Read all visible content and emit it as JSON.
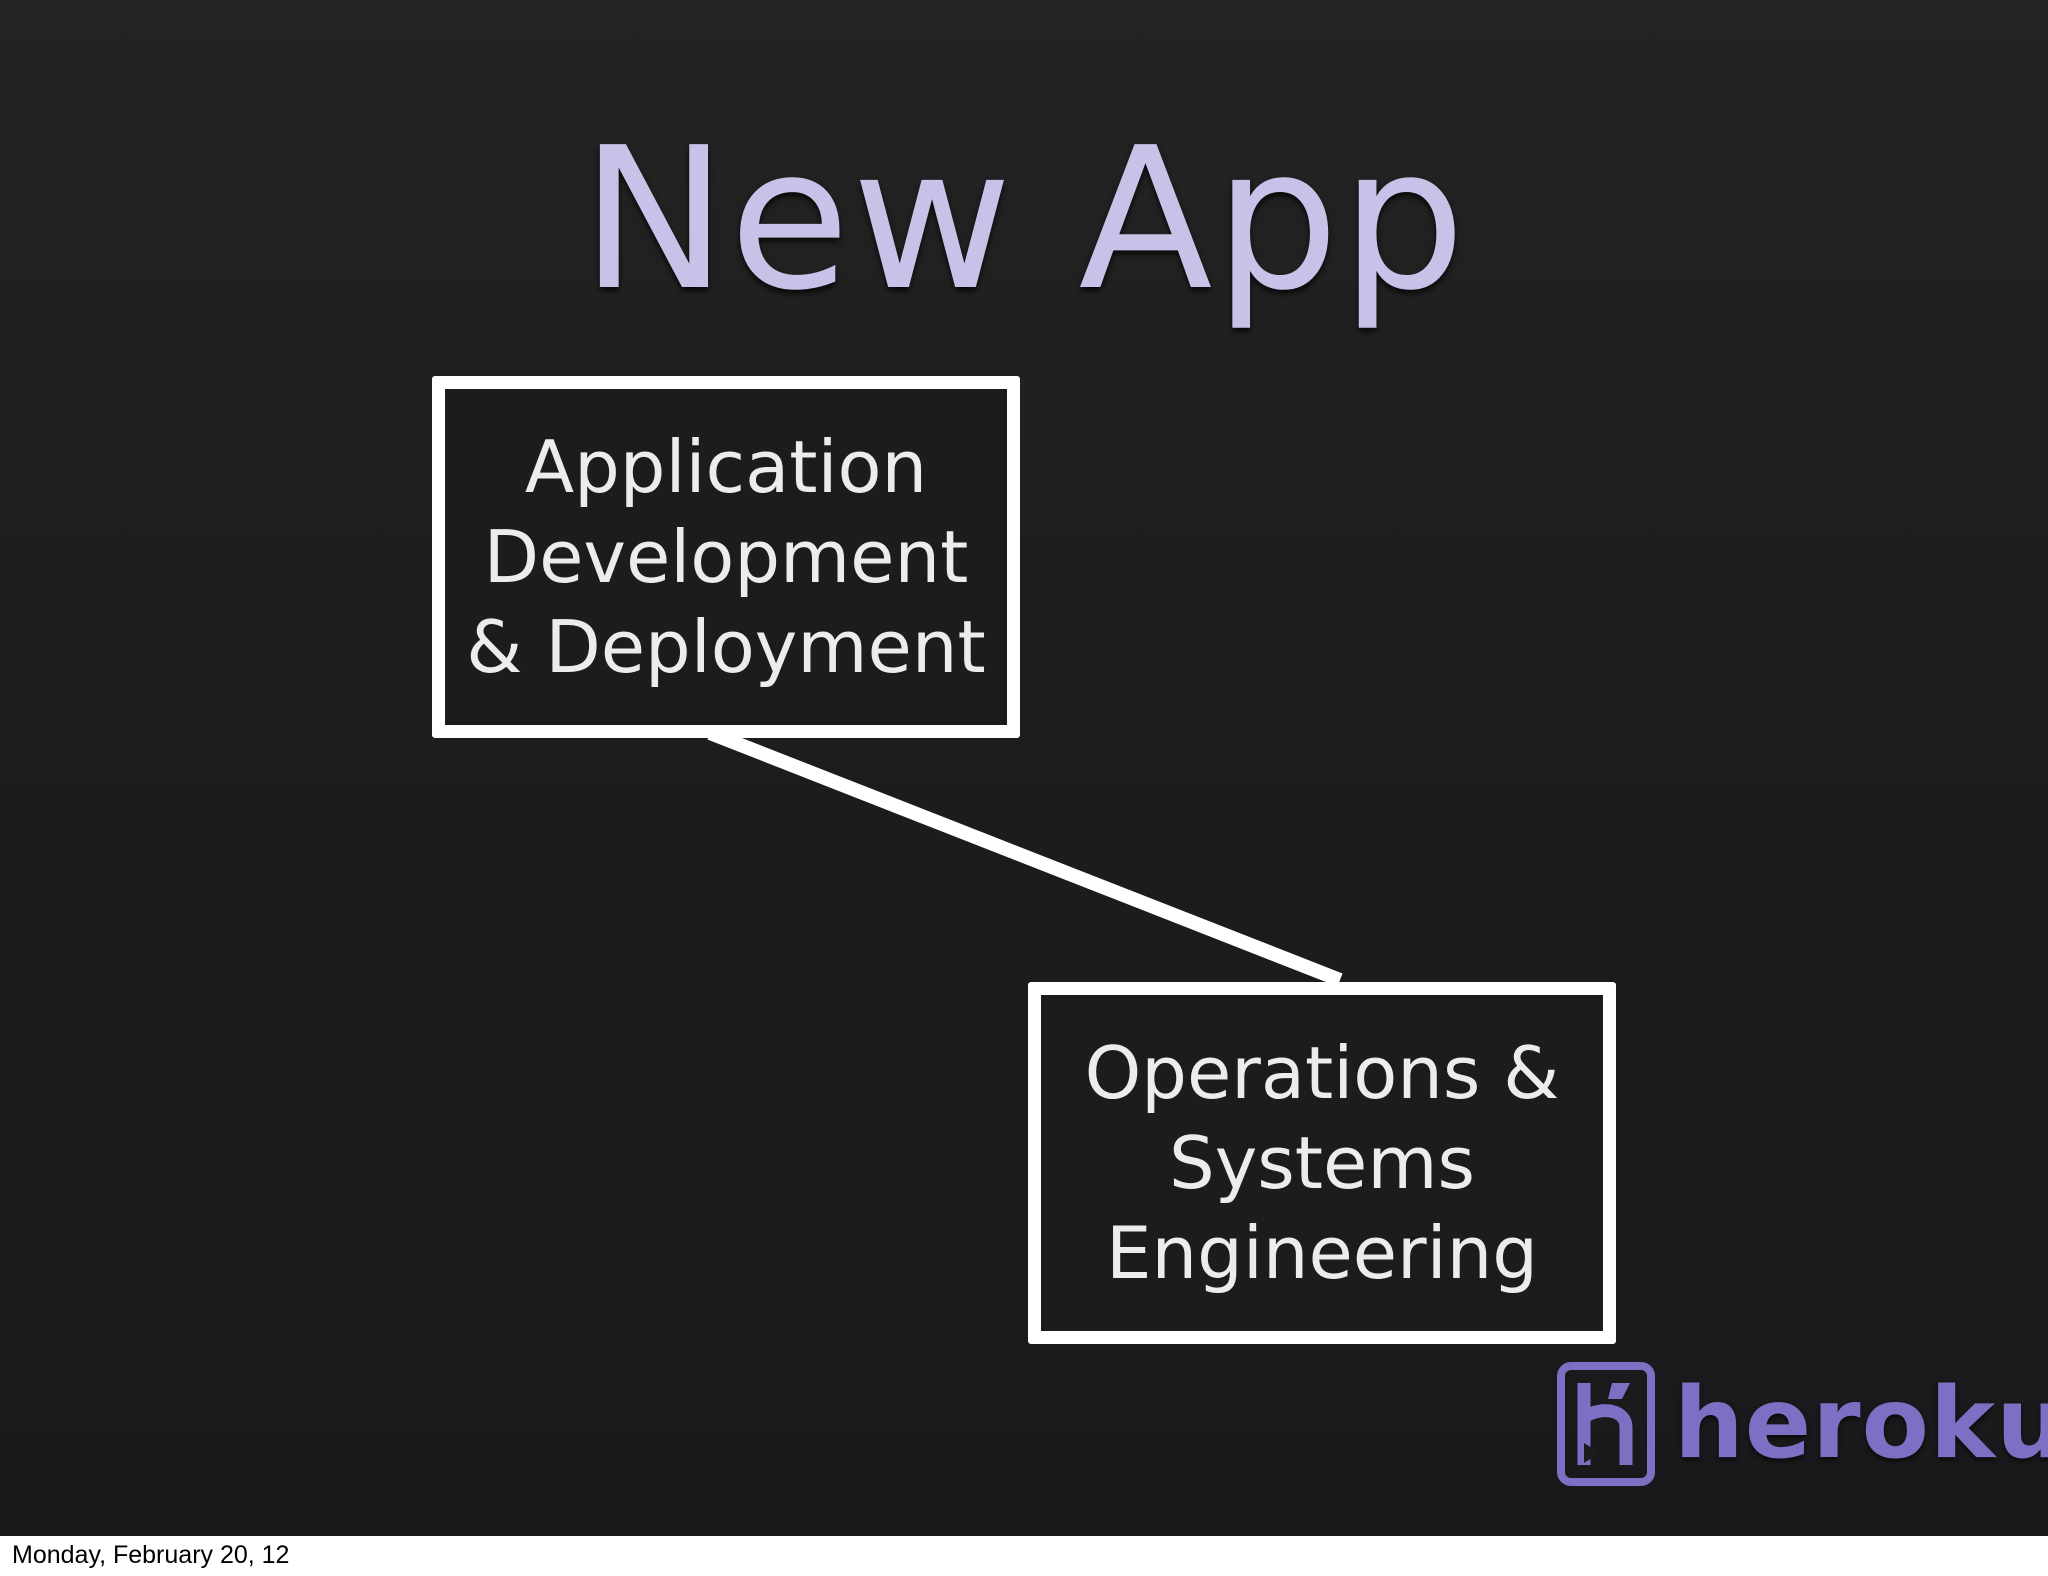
{
  "slide": {
    "title": "New App"
  },
  "diagram": {
    "nodes": [
      {
        "id": "app_dev",
        "label": "Application\nDevelopment\n& Deployment"
      },
      {
        "id": "ops_eng",
        "label": "Operations &\nSystems\nEngineering"
      }
    ],
    "edges": [
      {
        "from": "app_dev",
        "to": "ops_eng"
      }
    ]
  },
  "logo": {
    "text": "heroku",
    "icon": "heroku-h-icon"
  },
  "colors": {
    "title": "#c7c2e8",
    "brand": "#7c6fc4",
    "box_border": "#ffffff",
    "background": "#1c1c1e"
  },
  "footer": {
    "date": "Monday, February 20, 12"
  }
}
